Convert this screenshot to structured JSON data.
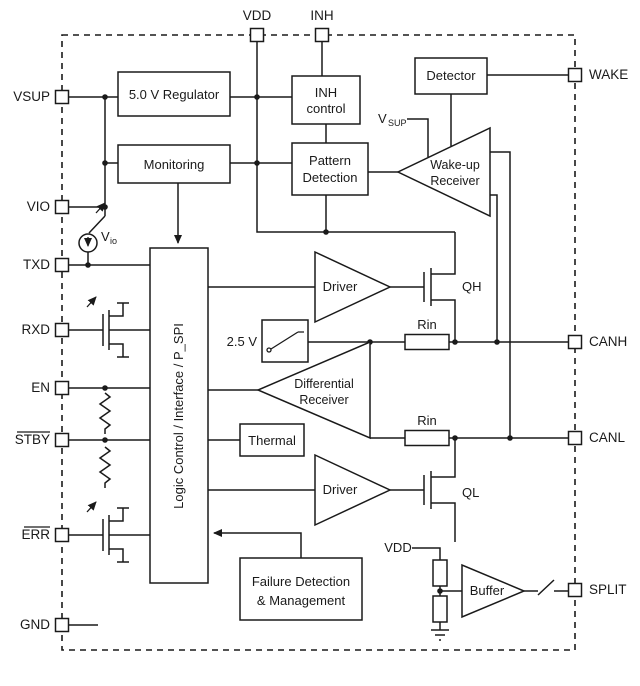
{
  "diagram": {
    "pins_top": {
      "vdd": "VDD",
      "inh": "INH"
    },
    "pins_left": {
      "vsup": "VSUP",
      "vio": "VIO",
      "txd": "TXD",
      "rxd": "RXD",
      "en": "EN",
      "stby": "STBY",
      "err": "ERR",
      "gnd": "GND"
    },
    "pins_right": {
      "wake": "WAKE",
      "canh": "CANH",
      "canl": "CANL",
      "split": "SPLIT"
    },
    "blocks": {
      "regulator": "5.0 V Regulator",
      "inh_control": [
        "INH",
        "control"
      ],
      "detector": "Detector",
      "monitoring": "Monitoring",
      "pattern_detection": [
        "Pattern",
        "Detection"
      ],
      "wakeup_receiver": [
        "Wake-up",
        "Receiver"
      ],
      "logic": "Logic Control / Interface / P_SPI",
      "driver_high": "Driver",
      "driver_low": "Driver",
      "differential_receiver": [
        "Differential",
        "Receiver"
      ],
      "thermal": "Thermal",
      "failure": [
        "Failure Detection",
        "& Management"
      ],
      "buffer": "Buffer"
    },
    "labels": {
      "vsup_internal_base": "V",
      "vsup_internal_sub": "SUP",
      "vio_internal_base": "V",
      "vio_internal_sub": "io",
      "ref_2v5": "2.5 V",
      "rin_upper": "Rin",
      "rin_lower": "Rin",
      "qh": "QH",
      "ql": "QL",
      "vdd_internal": "VDD"
    },
    "colors": {
      "line": "#1a1a1a",
      "background": "#ffffff"
    }
  }
}
